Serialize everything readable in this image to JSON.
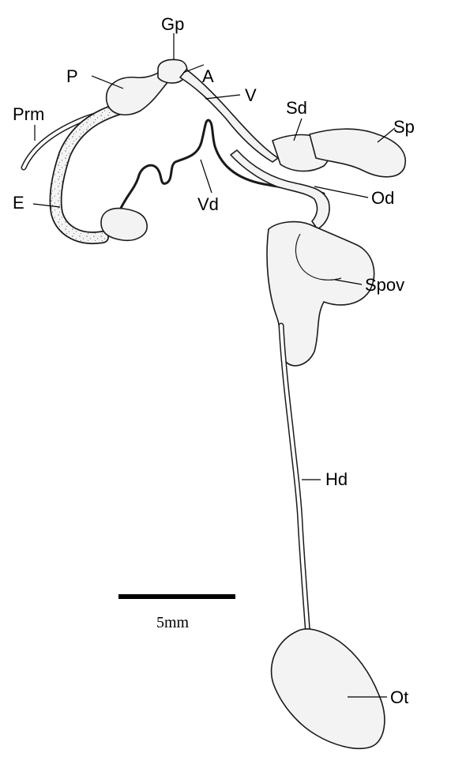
{
  "labels": {
    "gp": "Gp",
    "a": "A",
    "p": "P",
    "v": "V",
    "sd": "Sd",
    "sp": "Sp",
    "prm": "Prm",
    "e": "E",
    "vd": "Vd",
    "od": "Od",
    "spov": "Spov",
    "hd": "Hd",
    "ot": "Ot"
  },
  "scale_bar": {
    "label": "5mm"
  },
  "colors": {
    "organ_fill": "#f3f3f3",
    "outline": "#1a1a1a",
    "stipple": "#333333"
  }
}
